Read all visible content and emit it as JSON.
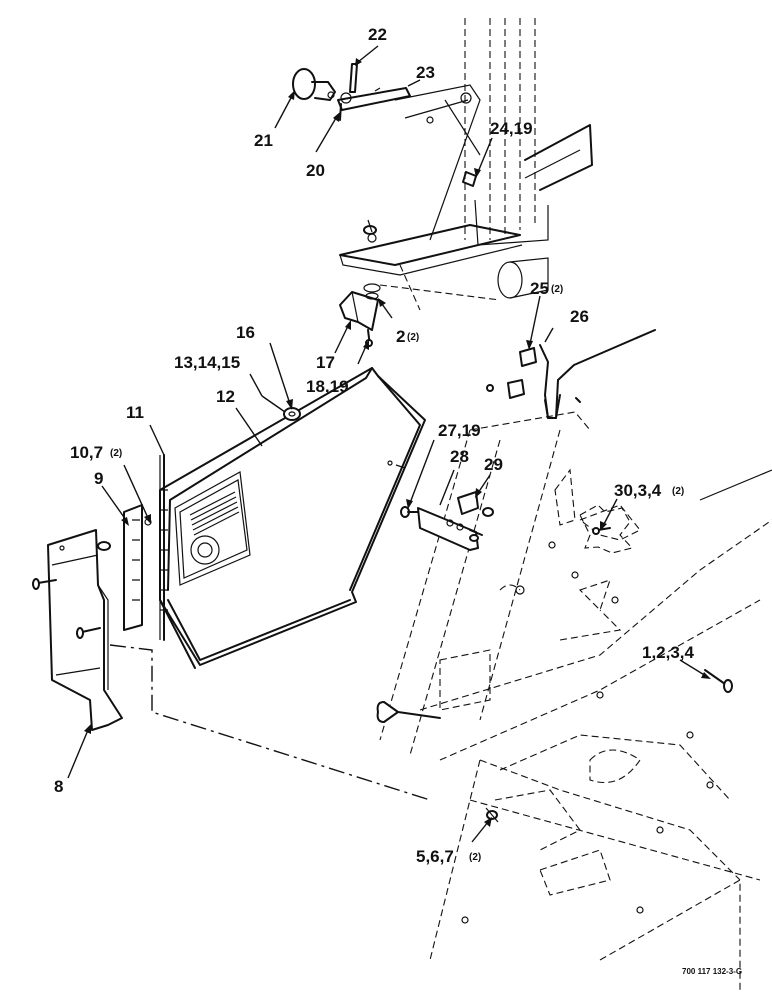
{
  "figure_id": "700 117 132-3-G",
  "callouts": [
    {
      "id": "c22",
      "label": "22"
    },
    {
      "id": "c23",
      "label": "23"
    },
    {
      "id": "c21",
      "label": "21"
    },
    {
      "id": "c20",
      "label": "20"
    },
    {
      "id": "c24_19",
      "label": "24,19"
    },
    {
      "id": "c25",
      "label": "25",
      "qty": "(2)"
    },
    {
      "id": "c26",
      "label": "26"
    },
    {
      "id": "c16",
      "label": "16"
    },
    {
      "id": "c13_14_15",
      "label": "13,14,15"
    },
    {
      "id": "c17",
      "label": "17"
    },
    {
      "id": "c2",
      "label": "2",
      "qty": "(2)"
    },
    {
      "id": "c18_19",
      "label": "18,19"
    },
    {
      "id": "c12",
      "label": "12"
    },
    {
      "id": "c11",
      "label": "11"
    },
    {
      "id": "c10_7",
      "label": "10,7",
      "qty": "(2)"
    },
    {
      "id": "c27_19",
      "label": "27,19"
    },
    {
      "id": "c28",
      "label": "28"
    },
    {
      "id": "c29",
      "label": "29"
    },
    {
      "id": "c9",
      "label": "9"
    },
    {
      "id": "c30_3_4",
      "label": "30,3,4",
      "qty": "(2)"
    },
    {
      "id": "c1_2_3_4",
      "label": "1,2,3,4"
    },
    {
      "id": "c8",
      "label": "8"
    },
    {
      "id": "c5_6_7",
      "label": "5,6,7",
      "qty": "(2)"
    }
  ]
}
